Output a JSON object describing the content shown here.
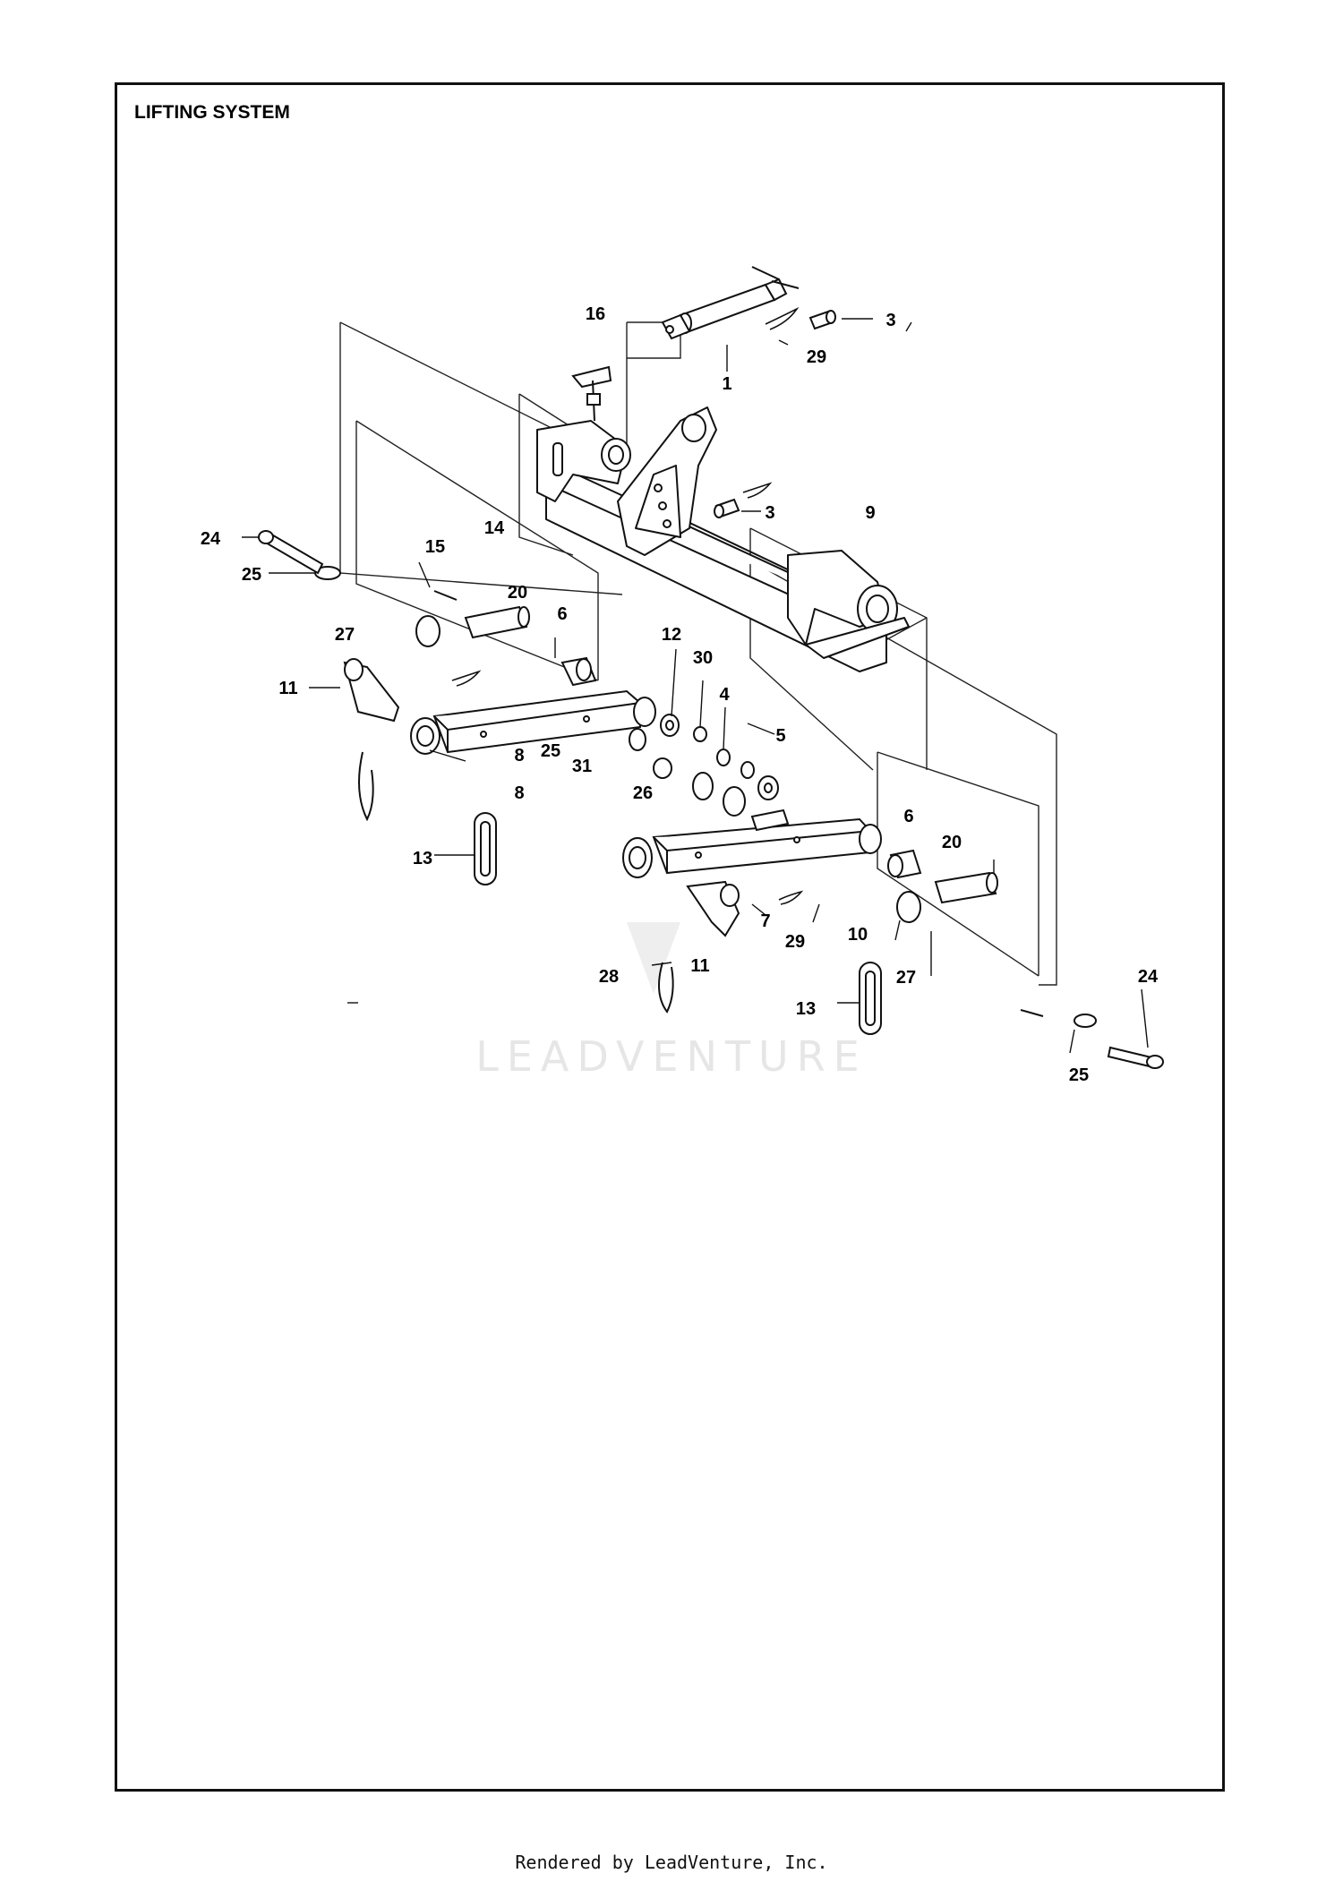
{
  "title": "LIFTING SYSTEM",
  "callouts": {
    "c1": "1",
    "c3a": "3",
    "c3b": "3",
    "c4": "4",
    "c5": "5",
    "c6a": "6",
    "c6b": "6",
    "c7": "7",
    "c8a": "8",
    "c8b": "8",
    "c9": "9",
    "c10": "10",
    "c11a": "11",
    "c11b": "11",
    "c12": "12",
    "c13a": "13",
    "c13b": "13",
    "c14": "14",
    "c15": "15",
    "c16": "16",
    "c20a": "20",
    "c20b": "20",
    "c24a": "24",
    "c24b": "24",
    "c25a": "25",
    "c25b": "25",
    "c25c": "25",
    "c26": "26",
    "c27a": "27",
    "c27b": "27",
    "c28": "28",
    "c29a": "29",
    "c29b": "29",
    "c30": "30",
    "c31": "31"
  },
  "watermark": "LEADVENTURE",
  "footer": "Rendered by LeadVenture, Inc."
}
